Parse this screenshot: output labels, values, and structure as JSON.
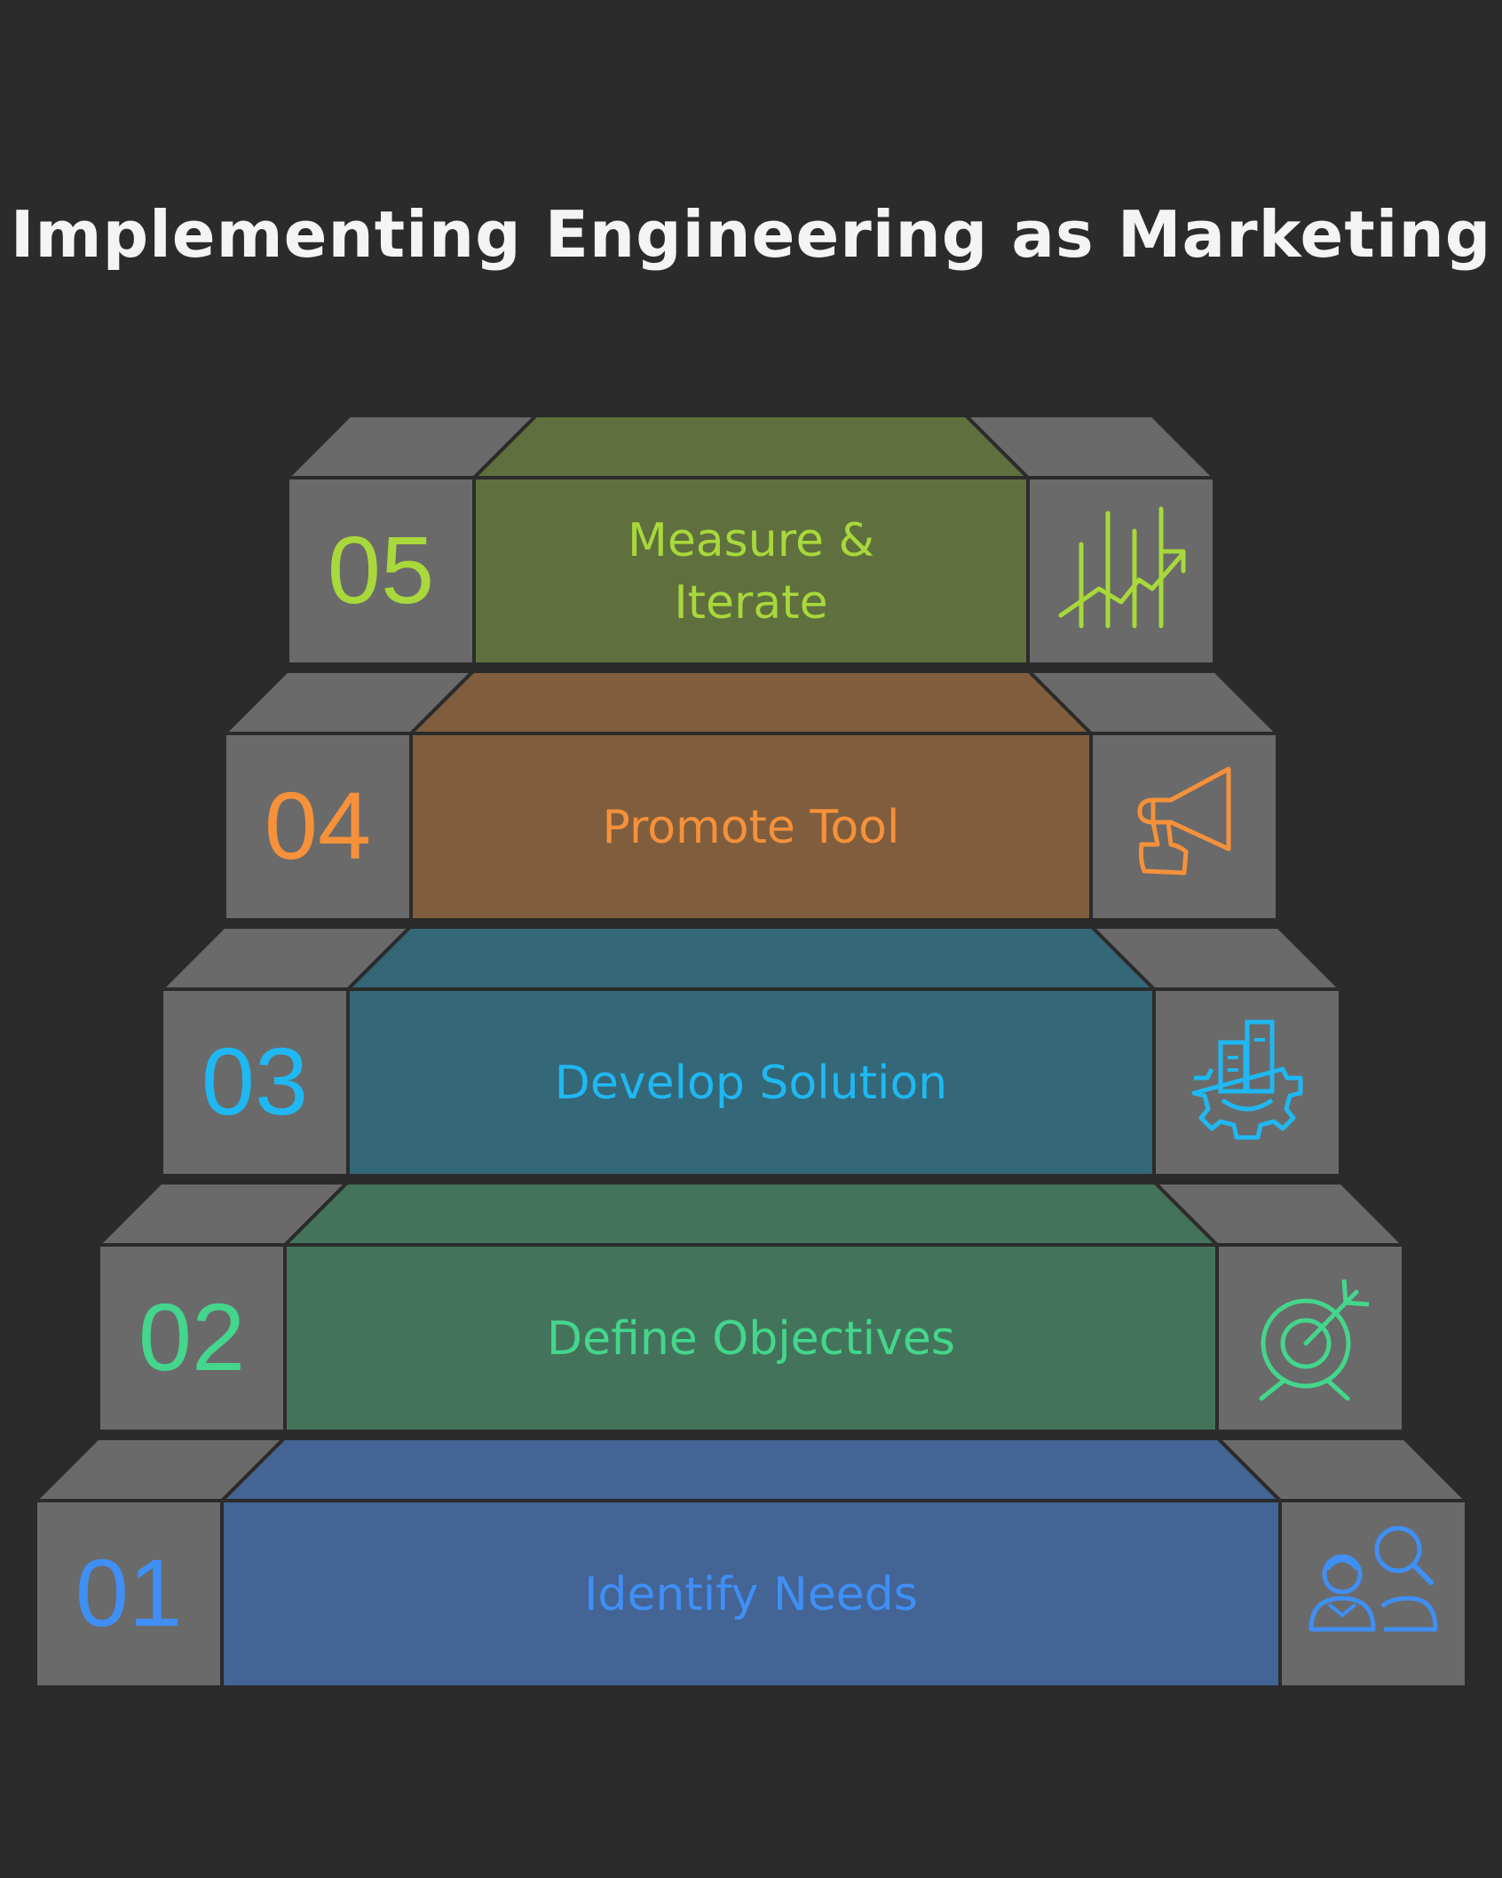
{
  "title": "Implementing Engineering as Marketing",
  "steps": [
    {
      "number": "01",
      "label_lines": [
        "Identify Needs"
      ],
      "icon": "people-search-icon",
      "color": "#3f8ff5",
      "fill": "#436494"
    },
    {
      "number": "02",
      "label_lines": [
        "Define Objectives"
      ],
      "icon": "target-arrow-icon",
      "color": "#44d68c",
      "fill": "#43745b"
    },
    {
      "number": "03",
      "label_lines": [
        "Develop Solution"
      ],
      "icon": "gear-building-icon",
      "color": "#1fb8f2",
      "fill": "#346778"
    },
    {
      "number": "04",
      "label_lines": [
        "Promote Tool"
      ],
      "icon": "megaphone-icon",
      "color": "#f5913a",
      "fill": "#805e3d"
    },
    {
      "number": "05",
      "label_lines": [
        "Measure &",
        "Iterate"
      ],
      "icon": "growth-chart-icon",
      "color": "#a8d83b",
      "fill": "#5f703e"
    }
  ]
}
